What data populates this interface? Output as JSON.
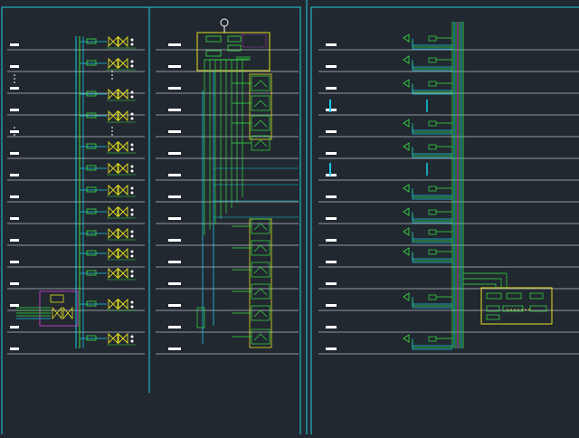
{
  "colors": {
    "background": "#212830",
    "frame": "#22d0e0",
    "floor_line": "#b8bec6",
    "pipe": "#18c8e8",
    "device": "#e8e020",
    "sensor": "#38e040",
    "label": "#38e040",
    "panel": "#e8e020",
    "cable": "#38e040",
    "magenta": "#e040e0",
    "white": "#ffffff"
  },
  "panels": [
    {
      "id": "left",
      "title": "",
      "floors": 15
    },
    {
      "id": "middle",
      "title": "",
      "floors": 15
    },
    {
      "id": "right",
      "title": "",
      "floors": 15
    }
  ]
}
